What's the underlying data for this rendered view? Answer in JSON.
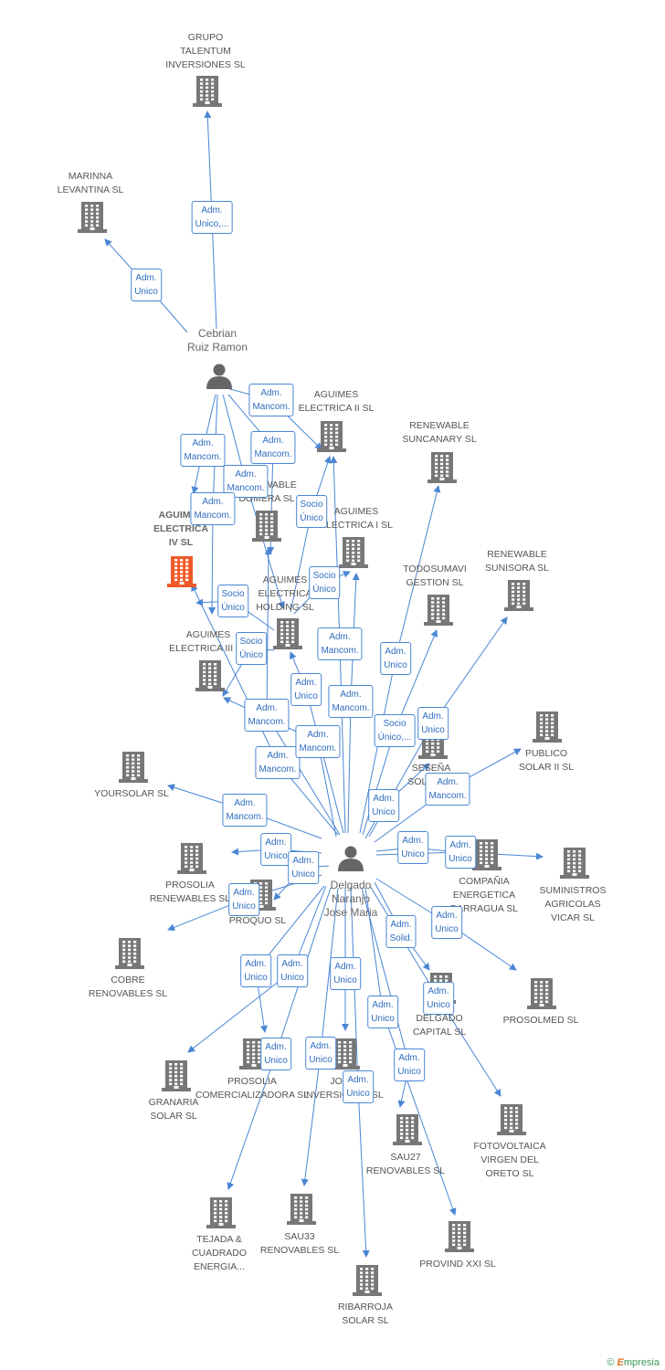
{
  "colors": {
    "edge": "#4a86d4",
    "building": "#777777",
    "highlight": "#f05a28",
    "person": "#666666"
  },
  "people": [
    {
      "id": "p1",
      "name": "Cebrian\nRuiz Ramon"
    },
    {
      "id": "p2",
      "name": "Delgado\nNaranjo\nJose Maria"
    }
  ],
  "companies": [
    {
      "id": "c1",
      "name": "GRUPO\nTALENTUM\nINVERSIONES SL"
    },
    {
      "id": "c2",
      "name": "MARINNA\nLEVANTINA SL"
    },
    {
      "id": "c3",
      "name": "AGUIMES\nELECTRICA II SL"
    },
    {
      "id": "c4",
      "name": "RENEWABLE\nSUNCANARY SL"
    },
    {
      "id": "c5",
      "name": "RENEWABLE\nDOMERA SL"
    },
    {
      "id": "c6",
      "name": "AGUIMES\nELECTRICA I SL"
    },
    {
      "id": "c7",
      "name": "AGUIMES\nELECTRICA\nIV SL",
      "highlight": true
    },
    {
      "id": "c8",
      "name": "AGUIMES\nELECTRICA\nHOLDING SL"
    },
    {
      "id": "c9",
      "name": "TODOSUMAVI\nGESTION SL"
    },
    {
      "id": "c10",
      "name": "RENEWABLE\nSUNISORA SL"
    },
    {
      "id": "c11",
      "name": "AGUIMES\nELECTRICA III SL"
    },
    {
      "id": "c12",
      "name": "PUBLICO\nSOLAR II SL"
    },
    {
      "id": "c13",
      "name": "SESEÑA\nSOLAR SL"
    },
    {
      "id": "c14",
      "name": "YOURSOLAR SL"
    },
    {
      "id": "c15",
      "name": "PROSOLIA\nRENEWABLES SL"
    },
    {
      "id": "c16",
      "name": "PROQUO SL"
    },
    {
      "id": "c17",
      "name": "COMPAÑIA\nENERGETICA\nBARRAGUA SL"
    },
    {
      "id": "c18",
      "name": "SUMINISTROS\nAGRICOLAS\nVICAR SL"
    },
    {
      "id": "c19",
      "name": "COBRE\nRENOVABLES SL"
    },
    {
      "id": "c20",
      "name": "PROSOLMED SL"
    },
    {
      "id": "c21",
      "name": "DELGADO\nCAPITAL SL"
    },
    {
      "id": "c22",
      "name": "PROSOLIA\nCOMERCIALIZADORA SL"
    },
    {
      "id": "c23",
      "name": "JOMA\nINVERSIONES SL"
    },
    {
      "id": "c24",
      "name": "GRANARIA\nSOLAR SL"
    },
    {
      "id": "c25",
      "name": "FOTOVOLTAICA\nVIRGEN DEL\nORETO SL"
    },
    {
      "id": "c26",
      "name": "SAU27\nRENOVABLES SL"
    },
    {
      "id": "c27",
      "name": "TEJADA &\nCUADRADO\nENERGIA..."
    },
    {
      "id": "c28",
      "name": "SAU33\nRENOVABLES SL"
    },
    {
      "id": "c29",
      "name": "PROVIND XXI SL"
    },
    {
      "id": "c30",
      "name": "RIBARROJA\nSOLAR SL"
    }
  ],
  "edges": [
    {
      "from": "p1",
      "to": "c1",
      "role": "Adm.\nUnico,..."
    },
    {
      "from": "p1",
      "to": "c2",
      "role": "Adm.\nUnico"
    },
    {
      "from": "p1",
      "to": "c3",
      "role": "Adm.\nMancom."
    },
    {
      "from": "p1",
      "to": "c5",
      "role": "Adm.\nMancom."
    },
    {
      "from": "p1",
      "to": "c7",
      "role": "Adm.\nMancom."
    },
    {
      "from": "p1",
      "to": "c8",
      "role": "Adm.\nMancom."
    },
    {
      "from": "p1",
      "to": "c11",
      "role": "Adm.\nMancom."
    },
    {
      "from": "c8",
      "to": "c3",
      "role": "Socio\nÚnico"
    },
    {
      "from": "c8",
      "to": "c6",
      "role": "Socio\nÚnico"
    },
    {
      "from": "c8",
      "to": "c7",
      "role": "Socio\nÚnico"
    },
    {
      "from": "c8",
      "to": "c11",
      "role": "Socio\nÚnico"
    },
    {
      "from": "p2",
      "to": "c3",
      "role": "Adm.\nMancom."
    },
    {
      "from": "p2",
      "to": "c5",
      "role": "Adm.\nMancom."
    },
    {
      "from": "p2",
      "to": "c6",
      "role": "Adm.\nMancom."
    },
    {
      "from": "p2",
      "to": "c7",
      "role": "Adm.\nMancom."
    },
    {
      "from": "p2",
      "to": "c8",
      "role": "Adm.\nUnico"
    },
    {
      "from": "p2",
      "to": "c11",
      "role": "Adm.\nMancom."
    },
    {
      "from": "p2",
      "to": "c4",
      "role": "Adm.\nUnico"
    },
    {
      "from": "p2",
      "to": "c9",
      "role": "Socio\nÚnico,..."
    },
    {
      "from": "p2",
      "to": "c10",
      "role": "Adm.\nUnico"
    },
    {
      "from": "p2",
      "to": "c12",
      "role": "Adm.\nMancom."
    },
    {
      "from": "p2",
      "to": "c13",
      "role": "Adm.\nUnico"
    },
    {
      "from": "p2",
      "to": "c14",
      "role": "Adm.\nMancom."
    },
    {
      "from": "p2",
      "to": "c15",
      "role": "Adm.\nUnico"
    },
    {
      "from": "p2",
      "to": "c16",
      "role": "Adm.\nUnico"
    },
    {
      "from": "p2",
      "to": "c17",
      "role": "Adm.\nUnico"
    },
    {
      "from": "p2",
      "to": "c18",
      "role": "Adm.\nUnico"
    },
    {
      "from": "p2",
      "to": "c19",
      "role": "Adm.\nUnico"
    },
    {
      "from": "p2",
      "to": "c20",
      "role": "Adm.\nUnico"
    },
    {
      "from": "p2",
      "to": "c21",
      "role": "Adm.\nSolid."
    },
    {
      "from": "p2",
      "to": "c22",
      "role": "Adm.\nUnico"
    },
    {
      "from": "p2",
      "to": "c23",
      "role": "Adm.\nUnico"
    },
    {
      "from": "p2",
      "to": "c24",
      "role": "Adm.\nUnico"
    },
    {
      "from": "p2",
      "to": "c25",
      "role": "Adm.\nUnico"
    },
    {
      "from": "p2",
      "to": "c26",
      "role": "Adm.\nUnico"
    },
    {
      "from": "p2",
      "to": "c27",
      "role": "Adm.\nUnico"
    },
    {
      "from": "p2",
      "to": "c28",
      "role": "Adm.\nUnico"
    },
    {
      "from": "p2",
      "to": "c29",
      "role": "Adm.\nUnico"
    },
    {
      "from": "p2",
      "to": "c30",
      "role": "Adm.\nUnico"
    }
  ],
  "footer": {
    "copyright": "©",
    "brand_first": "E",
    "brand_rest": "mpresia"
  }
}
